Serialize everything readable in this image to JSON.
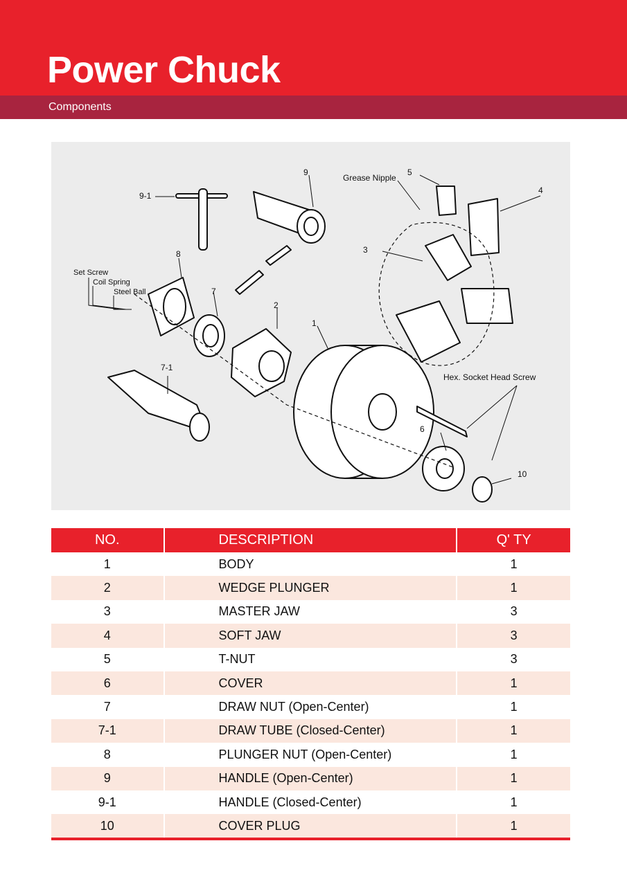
{
  "header": {
    "title": "Power Chuck",
    "subtitle": "Components"
  },
  "figure": {
    "callouts": {
      "n1": "1",
      "n2": "2",
      "n3": "3",
      "n4": "4",
      "n5": "5",
      "n6": "6",
      "n7": "7",
      "n7_1": "7-1",
      "n8": "8",
      "n9": "9",
      "n9_1": "9-1",
      "n10": "10"
    },
    "labels": {
      "grease_nipple": "Grease Nipple",
      "set_screw": "Set Screw",
      "coil_spring": "Coil Spring",
      "steel_ball": "Steel Ball",
      "hex_socket": "Hex. Socket Head Screw"
    }
  },
  "table": {
    "headers": {
      "no": "NO.",
      "description": "DESCRIPTION",
      "qty": "Q' TY"
    },
    "rows": [
      {
        "no": "1",
        "description": "BODY",
        "qty": "1"
      },
      {
        "no": "2",
        "description": "WEDGE PLUNGER",
        "qty": "1"
      },
      {
        "no": "3",
        "description": "MASTER JAW",
        "qty": "3"
      },
      {
        "no": "4",
        "description": "SOFT JAW",
        "qty": "3"
      },
      {
        "no": "5",
        "description": "T-NUT",
        "qty": "3"
      },
      {
        "no": "6",
        "description": "COVER",
        "qty": "1"
      },
      {
        "no": "7",
        "description": "DRAW NUT   (Open-Center)",
        "qty": "1"
      },
      {
        "no": "7-1",
        "description": "DRAW TUBE    (Closed-Center)",
        "qty": "1"
      },
      {
        "no": "8",
        "description": "PLUNGER NUT   (Open-Center)",
        "qty": "1"
      },
      {
        "no": "9",
        "description": "HANDLE   (Open-Center)",
        "qty": "1"
      },
      {
        "no": "9-1",
        "description": "HANDLE   (Closed-Center)",
        "qty": "1"
      },
      {
        "no": "10",
        "description": "COVER PLUG",
        "qty": "1"
      }
    ]
  },
  "colors": {
    "brand_red": "#e8212b",
    "sub_bar": "#a8243f",
    "alt_row": "#fbe7de",
    "figure_bg": "#ececec"
  }
}
